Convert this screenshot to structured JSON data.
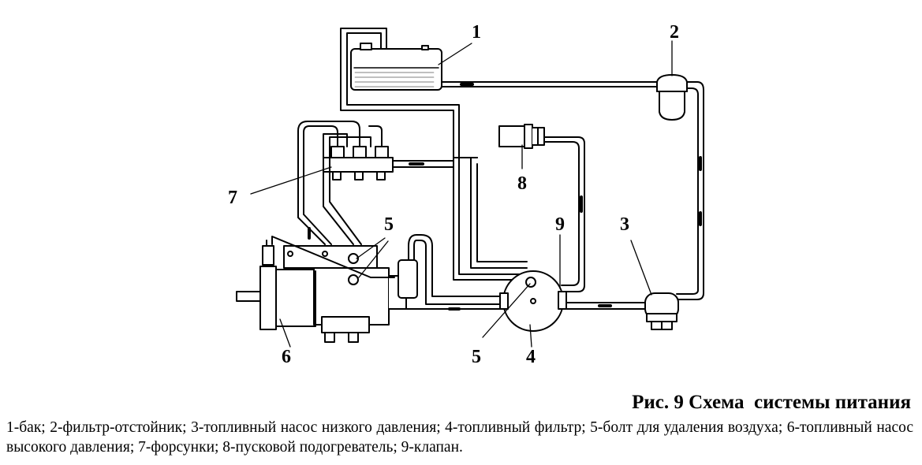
{
  "labels": {
    "n1": "1",
    "n2": "2",
    "n3": "3",
    "n4": "4",
    "n5a": "5",
    "n5b": "5",
    "n6": "6",
    "n7": "7",
    "n8": "8",
    "n9": "9"
  },
  "caption": {
    "title": "Рис. 9 Схема  системы питания",
    "legend": "1-бак; 2-фильтр-отстойник; 3-топливный насос низкого давления; 4-топливный фильтр; 5-болт для удаления воздуха; 6-топливный насос высокого давления; 7-форсунки; 8-пусковой подогреватель; 9-клапан."
  }
}
